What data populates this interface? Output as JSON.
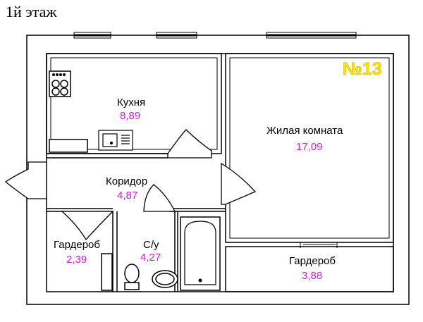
{
  "floor_label": "1й этаж",
  "apartment_number": "№13",
  "rooms": {
    "kitchen": {
      "name": "Кухня",
      "area": "8,89"
    },
    "living": {
      "name": "Жилая комната",
      "area": "17,09"
    },
    "corridor": {
      "name": "Коридор",
      "area": "4,87"
    },
    "wardrobe_left": {
      "name": "Гардероб",
      "area": "2,39"
    },
    "bathroom": {
      "name": "С/у",
      "area": "4,27"
    },
    "wardrobe_right": {
      "name": "Гардероб",
      "area": "3,88"
    }
  },
  "colors": {
    "label": "#d21fd2",
    "number": "#ffe600",
    "wall": "#000000"
  }
}
